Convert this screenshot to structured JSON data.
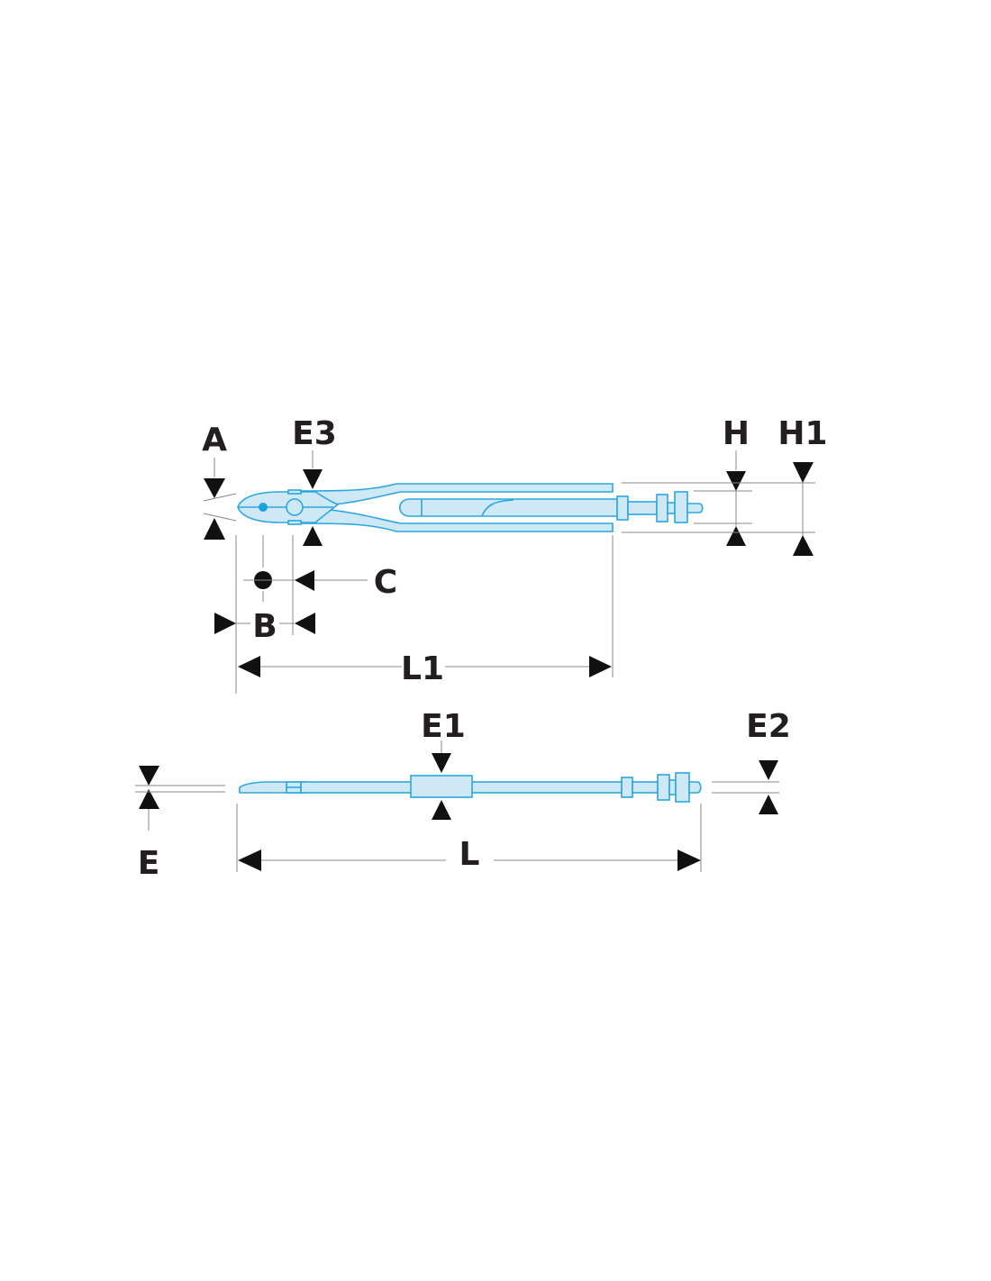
{
  "diagram": {
    "labels": {
      "A": "A",
      "E3": "E3",
      "H": "H",
      "H1": "H1",
      "C": "C",
      "B": "B",
      "L1": "L1",
      "E1": "E1",
      "E2": "E2",
      "E": "E",
      "L": "L"
    },
    "colors": {
      "tool_fill": "#cfe8f6",
      "tool_stroke": "#2aa7de",
      "pivot": "#1ba3e0",
      "dimension_line": "#8a8a8a",
      "arrow": "#111111",
      "text": "#231f20"
    }
  }
}
